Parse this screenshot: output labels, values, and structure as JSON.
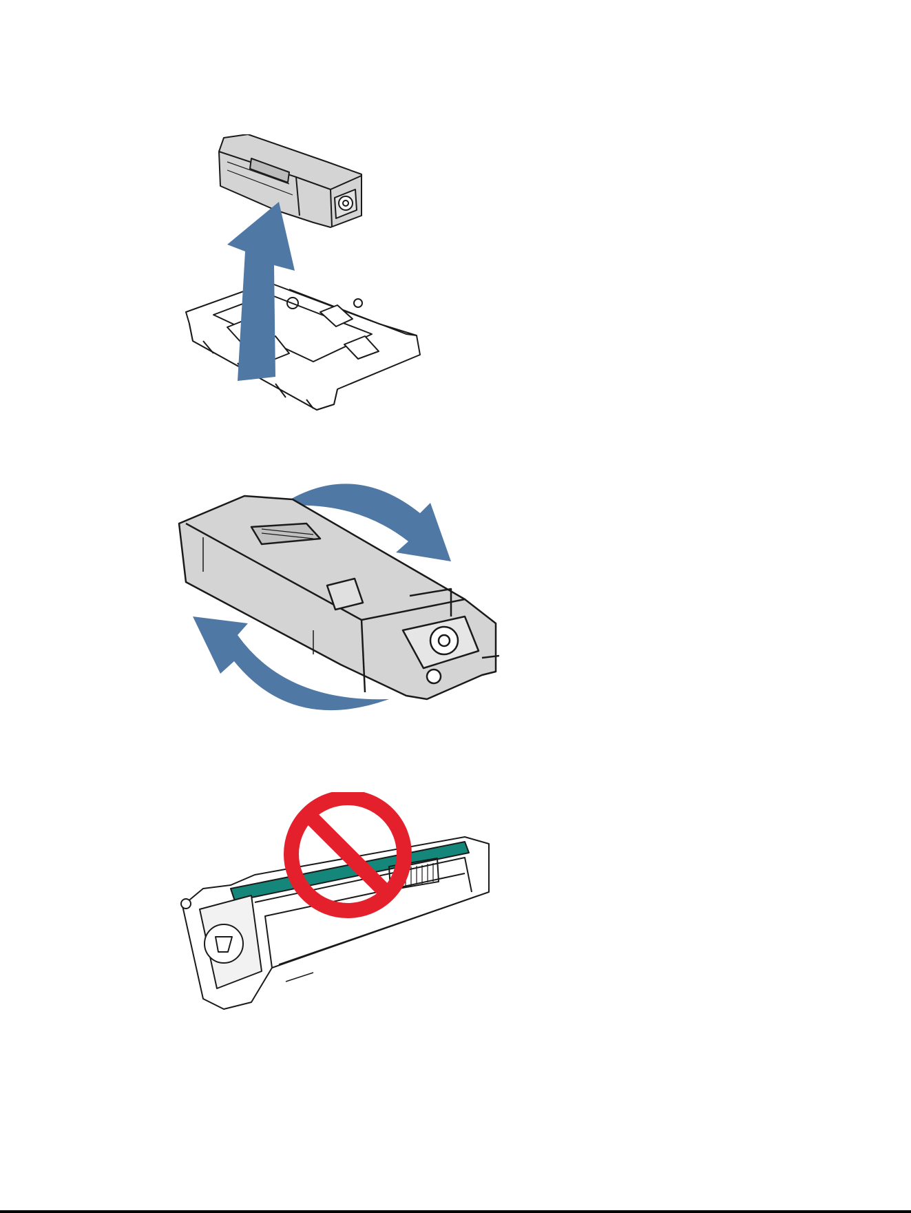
{
  "colors": {
    "arrow": "#4f78a4",
    "cartridge_body": "#d4d4d4",
    "outline": "#1a1a1a",
    "drum": "#15867a",
    "prohibition": "#e4202c",
    "page_background": "#ffffff"
  },
  "figures": [
    {
      "id": "remove-from-packaging",
      "icons": [
        "toner-cartridge-icon",
        "packaging-tray-icon",
        "up-arrow-icon"
      ]
    },
    {
      "id": "rock-cartridge",
      "icons": [
        "toner-cartridge-icon",
        "clockwise-arrow-icon",
        "counterclockwise-arrow-icon"
      ]
    },
    {
      "id": "do-not-touch-drum",
      "icons": [
        "toner-cartridge-underside-icon",
        "imaging-drum-icon",
        "prohibition-sign-icon"
      ]
    }
  ]
}
